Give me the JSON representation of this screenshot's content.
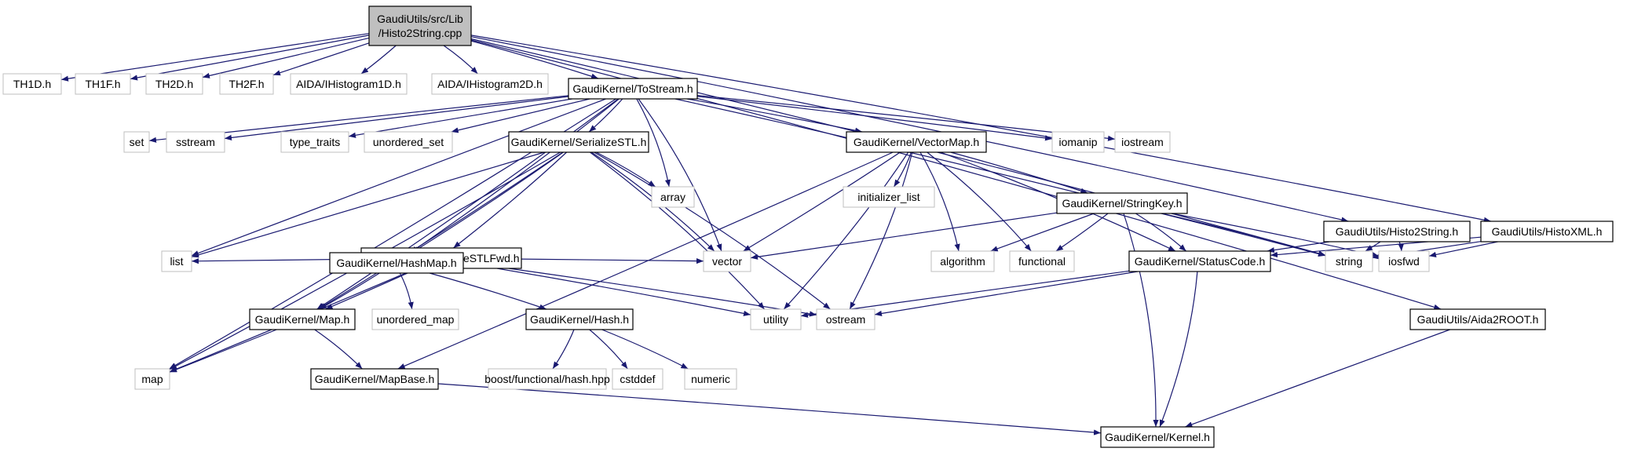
{
  "colors": {
    "edge": "#191970",
    "root_fill": "#bfbfbf",
    "local_border": "#000000",
    "external_border": "#bfbfbf",
    "background": "#ffffff"
  },
  "nodes": [
    {
      "id": "root",
      "kind": "root",
      "lines": [
        "GaudiUtils/src/Lib",
        "/Histo2String.cpp"
      ]
    },
    {
      "id": "th1d",
      "kind": "external",
      "lines": [
        "TH1D.h"
      ]
    },
    {
      "id": "th1f",
      "kind": "external",
      "lines": [
        "TH1F.h"
      ]
    },
    {
      "id": "th2d",
      "kind": "external",
      "lines": [
        "TH2D.h"
      ]
    },
    {
      "id": "th2f",
      "kind": "external",
      "lines": [
        "TH2F.h"
      ]
    },
    {
      "id": "aida1d",
      "kind": "external",
      "lines": [
        "AIDA/IHistogram1D.h"
      ]
    },
    {
      "id": "aida2d",
      "kind": "external",
      "lines": [
        "AIDA/IHistogram2D.h"
      ]
    },
    {
      "id": "tostream",
      "kind": "local",
      "lines": [
        "GaudiKernel/ToStream.h"
      ]
    },
    {
      "id": "set",
      "kind": "external",
      "lines": [
        "set"
      ]
    },
    {
      "id": "sstream",
      "kind": "external",
      "lines": [
        "sstream"
      ]
    },
    {
      "id": "type_traits",
      "kind": "external",
      "lines": [
        "type_traits"
      ]
    },
    {
      "id": "unordered_set",
      "kind": "external",
      "lines": [
        "unordered_set"
      ]
    },
    {
      "id": "serializestl",
      "kind": "local",
      "lines": [
        "GaudiKernel/SerializeSTL.h"
      ]
    },
    {
      "id": "vectormap",
      "kind": "local",
      "lines": [
        "GaudiKernel/VectorMap.h"
      ]
    },
    {
      "id": "iomanip",
      "kind": "external",
      "lines": [
        "iomanip"
      ]
    },
    {
      "id": "iostream",
      "kind": "external",
      "lines": [
        "iostream"
      ]
    },
    {
      "id": "array",
      "kind": "external",
      "lines": [
        "array"
      ]
    },
    {
      "id": "initializer_list",
      "kind": "external",
      "lines": [
        "initializer_list"
      ]
    },
    {
      "id": "serializestlfwd",
      "kind": "local",
      "lines": [
        "GaudiKernel/SerializeSTLFwd.h"
      ]
    },
    {
      "id": "stringkey",
      "kind": "local",
      "lines": [
        "GaudiKernel/StringKey.h"
      ]
    },
    {
      "id": "histo2string_h",
      "kind": "local",
      "lines": [
        "GaudiUtils/Histo2String.h"
      ]
    },
    {
      "id": "histoxml",
      "kind": "local",
      "lines": [
        "GaudiUtils/HistoXML.h"
      ]
    },
    {
      "id": "list",
      "kind": "external",
      "lines": [
        "list"
      ]
    },
    {
      "id": "vector",
      "kind": "external",
      "lines": [
        "vector"
      ]
    },
    {
      "id": "hashmap",
      "kind": "local",
      "lines": [
        "GaudiKernel/HashMap.h"
      ]
    },
    {
      "id": "algorithm",
      "kind": "external",
      "lines": [
        "algorithm"
      ]
    },
    {
      "id": "functional",
      "kind": "external",
      "lines": [
        "functional"
      ]
    },
    {
      "id": "statuscode",
      "kind": "local",
      "lines": [
        "GaudiKernel/StatusCode.h"
      ]
    },
    {
      "id": "string",
      "kind": "external",
      "lines": [
        "string"
      ]
    },
    {
      "id": "iosfwd",
      "kind": "external",
      "lines": [
        "iosfwd"
      ]
    },
    {
      "id": "map_h",
      "kind": "local",
      "lines": [
        "GaudiKernel/Map.h"
      ]
    },
    {
      "id": "unordered_map",
      "kind": "external",
      "lines": [
        "unordered_map"
      ]
    },
    {
      "id": "hash",
      "kind": "local",
      "lines": [
        "GaudiKernel/Hash.h"
      ]
    },
    {
      "id": "utility",
      "kind": "external",
      "lines": [
        "utility"
      ]
    },
    {
      "id": "ostream",
      "kind": "external",
      "lines": [
        "ostream"
      ]
    },
    {
      "id": "aida2root",
      "kind": "local",
      "lines": [
        "GaudiUtils/Aida2ROOT.h"
      ]
    },
    {
      "id": "map",
      "kind": "external",
      "lines": [
        "map"
      ]
    },
    {
      "id": "mapbase",
      "kind": "local",
      "lines": [
        "GaudiKernel/MapBase.h"
      ]
    },
    {
      "id": "boosthash",
      "kind": "external",
      "lines": [
        "boost/functional/hash.hpp"
      ]
    },
    {
      "id": "cstddef",
      "kind": "external",
      "lines": [
        "cstddef"
      ]
    },
    {
      "id": "numeric",
      "kind": "external",
      "lines": [
        "numeric"
      ]
    },
    {
      "id": "kernel",
      "kind": "local",
      "lines": [
        "GaudiKernel/Kernel.h"
      ]
    }
  ],
  "edges": [
    [
      "root",
      "th1d"
    ],
    [
      "root",
      "th1f"
    ],
    [
      "root",
      "th2d"
    ],
    [
      "root",
      "th2f"
    ],
    [
      "root",
      "aida1d"
    ],
    [
      "root",
      "aida2d"
    ],
    [
      "root",
      "tostream"
    ],
    [
      "root",
      "histo2string_h"
    ],
    [
      "root",
      "histoxml"
    ],
    [
      "root",
      "aida2root"
    ],
    [
      "root",
      "string"
    ],
    [
      "tostream",
      "set"
    ],
    [
      "tostream",
      "sstream"
    ],
    [
      "tostream",
      "type_traits"
    ],
    [
      "tostream",
      "unordered_set"
    ],
    [
      "tostream",
      "serializestl"
    ],
    [
      "tostream",
      "vectormap"
    ],
    [
      "tostream",
      "iomanip"
    ],
    [
      "tostream",
      "iostream"
    ],
    [
      "tostream",
      "array"
    ],
    [
      "tostream",
      "vector"
    ],
    [
      "tostream",
      "list"
    ],
    [
      "tostream",
      "map"
    ],
    [
      "tostream",
      "map_h"
    ],
    [
      "tostream",
      "hashmap"
    ],
    [
      "tostream",
      "string"
    ],
    [
      "serializestl",
      "serializestlfwd"
    ],
    [
      "serializestl",
      "array"
    ],
    [
      "serializestl",
      "vector"
    ],
    [
      "serializestl",
      "list"
    ],
    [
      "serializestl",
      "map"
    ],
    [
      "serializestl",
      "map_h"
    ],
    [
      "serializestl",
      "hashmap"
    ],
    [
      "serializestl",
      "utility"
    ],
    [
      "serializestl",
      "ostream"
    ],
    [
      "serializestlfwd",
      "list"
    ],
    [
      "serializestlfwd",
      "vector"
    ],
    [
      "serializestlfwd",
      "map"
    ],
    [
      "serializestlfwd",
      "map_h"
    ],
    [
      "serializestlfwd",
      "hashmap"
    ],
    [
      "serializestlfwd",
      "utility"
    ],
    [
      "serializestlfwd",
      "ostream"
    ],
    [
      "vectormap",
      "initializer_list"
    ],
    [
      "vectormap",
      "vector"
    ],
    [
      "vectormap",
      "utility"
    ],
    [
      "vectormap",
      "ostream"
    ],
    [
      "vectormap",
      "algorithm"
    ],
    [
      "vectormap",
      "functional"
    ],
    [
      "vectormap",
      "stringkey"
    ],
    [
      "vectormap",
      "statuscode"
    ],
    [
      "vectormap",
      "mapbase"
    ],
    [
      "stringkey",
      "vector"
    ],
    [
      "stringkey",
      "algorithm"
    ],
    [
      "stringkey",
      "functional"
    ],
    [
      "stringkey",
      "statuscode"
    ],
    [
      "stringkey",
      "string"
    ],
    [
      "stringkey",
      "iosfwd"
    ],
    [
      "stringkey",
      "kernel"
    ],
    [
      "histo2string_h",
      "statuscode"
    ],
    [
      "histo2string_h",
      "string"
    ],
    [
      "histo2string_h",
      "iosfwd"
    ],
    [
      "histoxml",
      "statuscode"
    ],
    [
      "histoxml",
      "string"
    ],
    [
      "histoxml",
      "iosfwd"
    ],
    [
      "hashmap",
      "map_h"
    ],
    [
      "hashmap",
      "unordered_map"
    ],
    [
      "hashmap",
      "hash"
    ],
    [
      "map_h",
      "map"
    ],
    [
      "map_h",
      "mapbase"
    ],
    [
      "hash",
      "boosthash"
    ],
    [
      "hash",
      "cstddef"
    ],
    [
      "hash",
      "numeric"
    ],
    [
      "statuscode",
      "utility"
    ],
    [
      "statuscode",
      "ostream"
    ],
    [
      "statuscode",
      "kernel"
    ],
    [
      "mapbase",
      "kernel"
    ],
    [
      "aida2root",
      "kernel"
    ]
  ]
}
